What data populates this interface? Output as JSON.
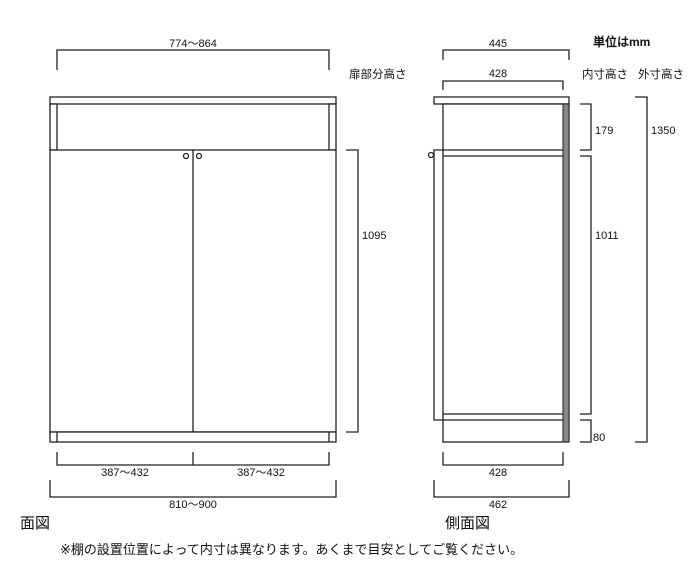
{
  "front_view": {
    "title": "面図",
    "door_height_label": "扉部分高さ",
    "inner_width": "774〜864",
    "door_height": "1095",
    "door_width_left": "387〜432",
    "door_width_right": "387〜432",
    "outer_width": "810〜900"
  },
  "side_view": {
    "title": "側面図",
    "unit_label": "単位はmm",
    "inner_height_label": "内寸高さ",
    "outer_height_label": "外寸高さ",
    "top_depth": "445",
    "inner_depth_top": "428",
    "upper_space_height": "179",
    "cabinet_inner_height": "1011",
    "plinth_height": "80",
    "outer_height": "1350",
    "inner_depth_bottom": "428",
    "outer_depth": "462"
  },
  "note": "※棚の設置位置によって内寸は異なります。あくまで目安としてご覧ください。"
}
